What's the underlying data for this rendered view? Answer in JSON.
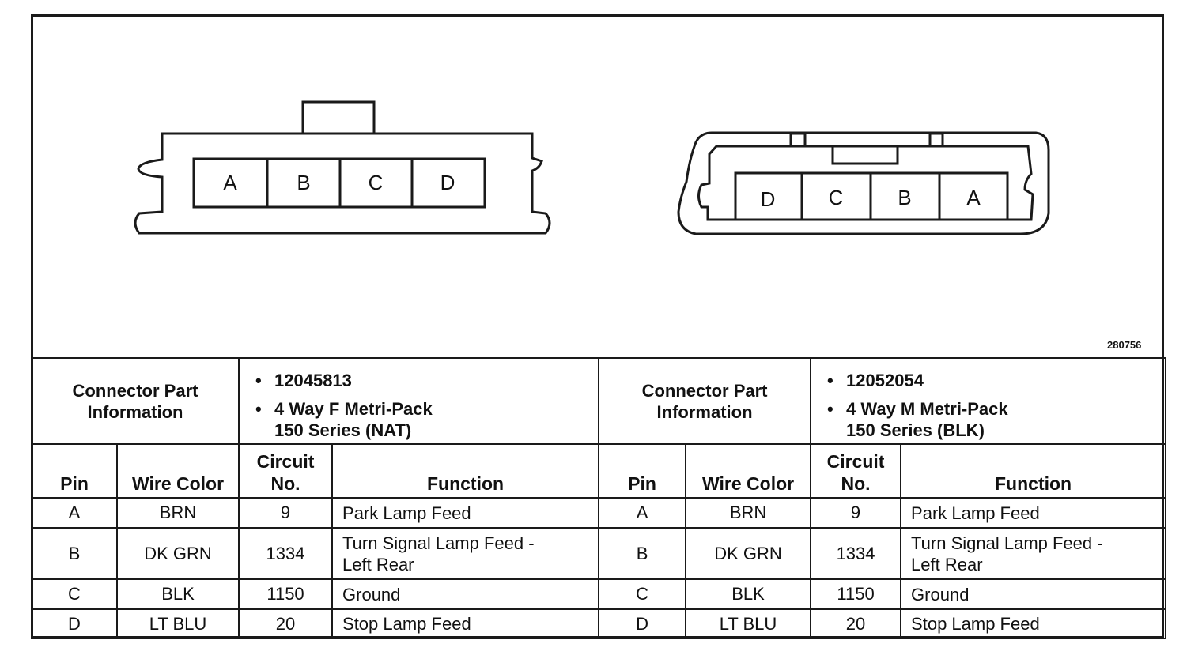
{
  "figure_number": "280756",
  "connectors": [
    {
      "info_label": "Connector Part Information",
      "part_number": "12045813",
      "type_line1": "4 Way F Metri-Pack",
      "type_line2": "150 Series (NAT)",
      "pins": [
        "A",
        "B",
        "C",
        "D"
      ]
    },
    {
      "info_label": "Connector Part Information",
      "part_number": "12052054",
      "type_line1": "4 Way M Metri-Pack",
      "type_line2": "150 Series (BLK)",
      "pins": [
        "D",
        "C",
        "B",
        "A"
      ]
    }
  ],
  "headers": {
    "pin": "Pin",
    "wire_color": "Wire Color",
    "circuit_line1": "Circuit",
    "circuit_line2": "No.",
    "function": "Function"
  },
  "rows": [
    {
      "pin": "A",
      "wire_color": "BRN",
      "circuit": "9",
      "function_line1": "Park Lamp Feed",
      "function_line2": ""
    },
    {
      "pin": "B",
      "wire_color": "DK GRN",
      "circuit": "1334",
      "function_line1": "Turn Signal Lamp Feed -",
      "function_line2": "Left Rear"
    },
    {
      "pin": "C",
      "wire_color": "BLK",
      "circuit": "1150",
      "function_line1": "Ground",
      "function_line2": ""
    },
    {
      "pin": "D",
      "wire_color": "LT BLU",
      "circuit": "20",
      "function_line1": "Stop Lamp Feed",
      "function_line2": ""
    }
  ]
}
